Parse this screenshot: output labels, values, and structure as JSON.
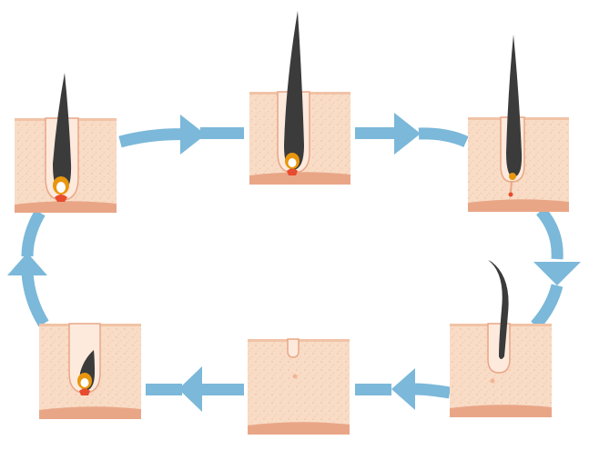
{
  "diagram": {
    "kind": "hair-growth-cycle",
    "stages": [
      {
        "id": "stage-1",
        "depicts": "early-growth-follicle"
      },
      {
        "id": "stage-2",
        "depicts": "anagen-full-hair"
      },
      {
        "id": "stage-3",
        "depicts": "catagen-regressing-follicle"
      },
      {
        "id": "stage-4",
        "depicts": "telogen-hair-shedding"
      },
      {
        "id": "stage-5",
        "depicts": "empty-follicle"
      },
      {
        "id": "stage-6",
        "depicts": "new-hair-regrowth"
      }
    ],
    "flow": "clockwise",
    "colors": {
      "skin": "#f8dcc6",
      "skin_texture": "#f1c3a6",
      "dermis_base": "#e9a687",
      "follicle_outline": "#e9a687",
      "hair": "#3b3b3b",
      "bulb_outer": "#e8960d",
      "bulb_inner": "#ffffff",
      "papilla": "#e84b2e",
      "arrow": "#7bb8d9",
      "background": "#ffffff"
    }
  }
}
